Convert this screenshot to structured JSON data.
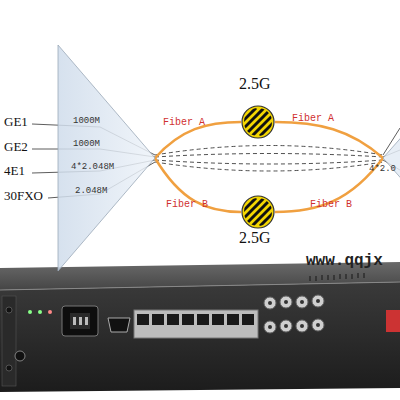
{
  "diagram": {
    "nodes": [
      {
        "text": [
          "1000M",
          "1000M",
          "4*2.048M",
          "2.048M"
        ]
      },
      {
        "text": [
          "2.5G"
        ]
      },
      {
        "text": [
          "2.5G"
        ]
      },
      {
        "text": [
          "4*2.0"
        ]
      }
    ],
    "edges": [
      {
        "from": 0,
        "to": 1,
        "label": "Fiber A",
        "arrow": "none"
      },
      {
        "from": 1,
        "to": 3,
        "label": "Fiber A",
        "arrow": "none"
      },
      {
        "from": 0,
        "to": 2,
        "label": "Fiber B",
        "arrow": "none"
      },
      {
        "from": 2,
        "to": 3,
        "label": "Fiber B",
        "arrow": "none"
      }
    ],
    "labels": [
      "GE1",
      "GE2",
      "4E1",
      "30FXO",
      "www.qqjx"
    ]
  }
}
